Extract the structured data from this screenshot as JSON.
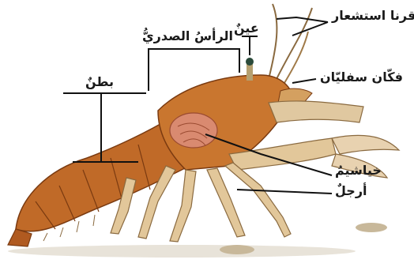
{
  "labels": {
    "antennae": "قرنا استشعار",
    "eye": "عينٌ",
    "cephalothorax": "الرأسُ الصدريُّ",
    "abdomen": "بطنٌ",
    "mandibles": "فكّان سفليّان",
    "gills": "خياشيمُ",
    "legs": "أرجلٌ"
  },
  "colors": {
    "body": "#c9762f",
    "body_dark": "#8a4a1a",
    "legs": "#e2c79a",
    "claw": "#e8d2b0",
    "line": "#111111"
  }
}
